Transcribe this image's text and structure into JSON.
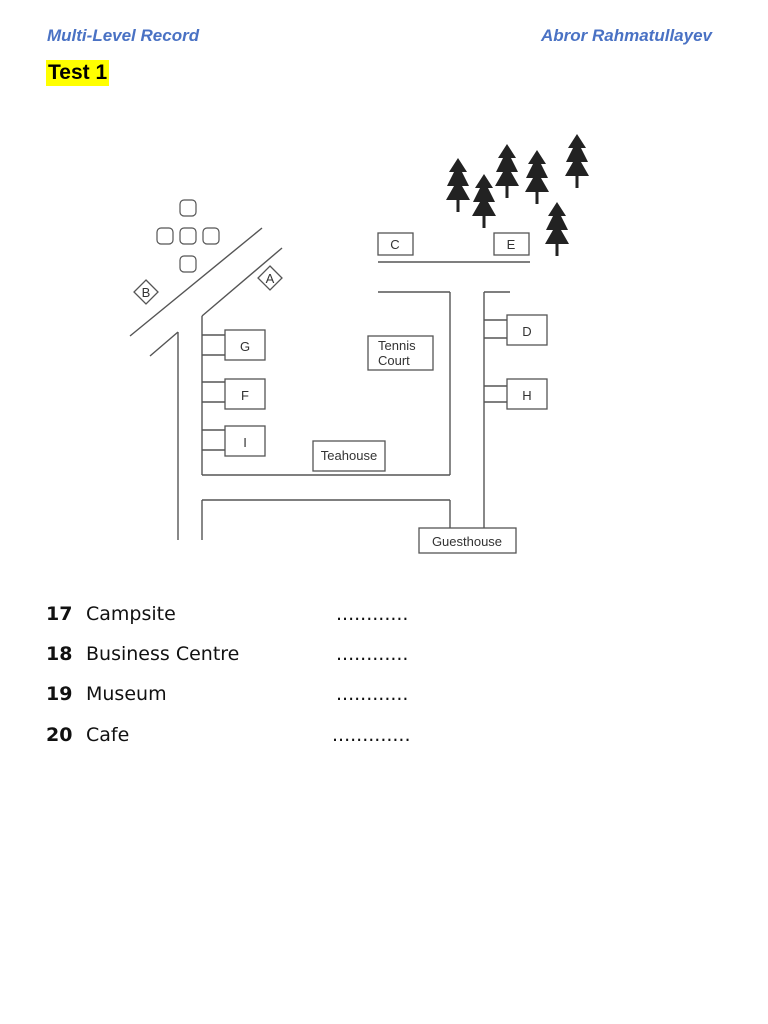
{
  "header": {
    "left": "Multi-Level Record",
    "right": "Abror Rahmatullayev"
  },
  "test_title": "Test 1",
  "map": {
    "labels": {
      "A": "A",
      "B": "B",
      "C": "C",
      "D": "D",
      "E": "E",
      "F": "F",
      "G": "G",
      "H": "H",
      "I": "I",
      "tennis_line1": "Tennis",
      "tennis_line2": "Court",
      "teahouse": "Teahouse",
      "guesthouse": "Guesthouse"
    }
  },
  "questions": [
    {
      "number": "17",
      "label": "Campsite",
      "blank": "............"
    },
    {
      "number": "18",
      "label": "Business Centre",
      "blank": "............"
    },
    {
      "number": "19",
      "label": "Museum",
      "blank": "............"
    },
    {
      "number": "20",
      "label": "Cafe",
      "blank": "............."
    }
  ]
}
